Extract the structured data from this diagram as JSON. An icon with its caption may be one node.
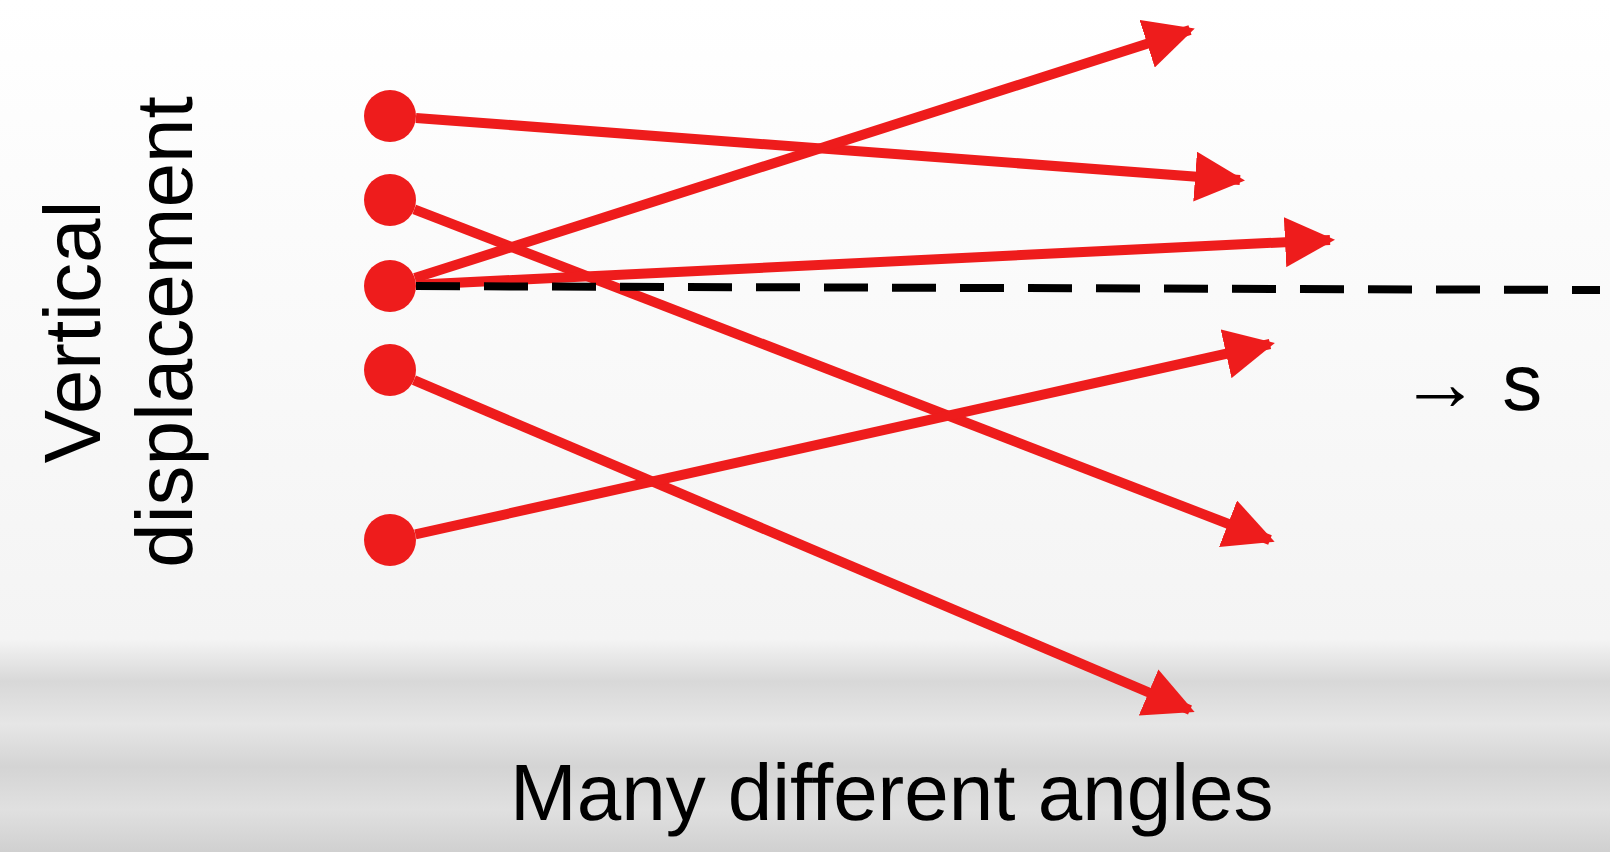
{
  "diagram": {
    "nodes": [
      {
        "text": [],
        "shape": "circle"
      },
      {
        "text": [],
        "shape": "circle"
      },
      {
        "text": [],
        "shape": "circle"
      },
      {
        "text": [],
        "shape": "circle"
      },
      {
        "text": [],
        "shape": "circle"
      }
    ],
    "edges": [
      {
        "from": 0,
        "to": null,
        "arrow": "to"
      },
      {
        "from": 1,
        "to": null,
        "arrow": "to"
      },
      {
        "from": 2,
        "to": null,
        "arrow": "to"
      },
      {
        "from": 2,
        "to": null,
        "arrow": "to"
      },
      {
        "from": 3,
        "to": null,
        "arrow": "to"
      },
      {
        "from": 4,
        "to": null,
        "arrow": "to"
      },
      {
        "from": 2,
        "to": null,
        "arrow": "none",
        "style": "dashed",
        "color": "#000000"
      }
    ],
    "labels": [
      "Vertical displacement",
      "→ s",
      "Many different angles"
    ]
  }
}
